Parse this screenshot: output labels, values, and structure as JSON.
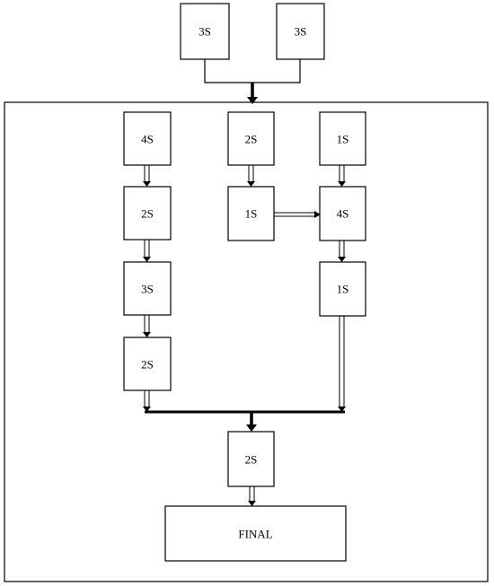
{
  "nodes": {
    "top_left": "3S",
    "top_right": "3S",
    "col1_1": "4S",
    "col1_2": "2S",
    "col1_3": "3S",
    "col1_4": "2S",
    "col2_1": "2S",
    "col2_2": "1S",
    "col3_1": "1S",
    "col3_2": "4S",
    "col3_3": "1S",
    "merge": "2S",
    "final": "FINAL"
  },
  "colors": {
    "stroke": "#000000",
    "background": "#ffffff"
  }
}
